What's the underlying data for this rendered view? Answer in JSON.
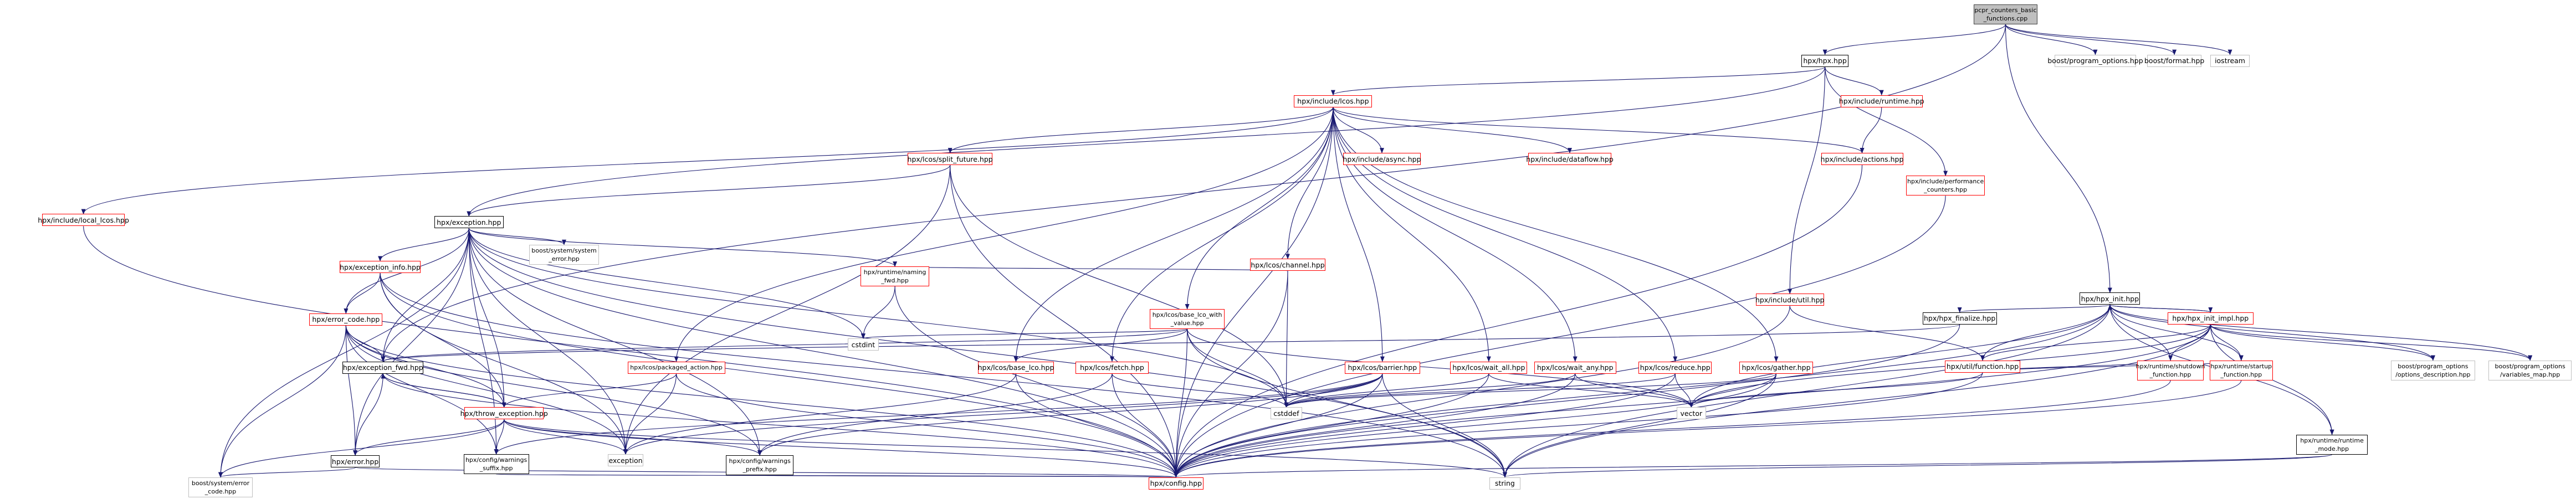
{
  "graph": {
    "nodes": [
      {
        "id": "root",
        "label": "pcpr_counters_basic\n_functions.cpp",
        "kind": "root"
      },
      {
        "id": "hpx",
        "label": "hpx/hpx.hpp",
        "kind": "normal"
      },
      {
        "id": "po",
        "label": "boost/program_options.hpp",
        "kind": "gray"
      },
      {
        "id": "fmt",
        "label": "boost/format.hpp",
        "kind": "gray"
      },
      {
        "id": "iostream",
        "label": "iostream",
        "kind": "gray"
      },
      {
        "id": "lcos",
        "label": "hpx/include/lcos.hpp",
        "kind": "red"
      },
      {
        "id": "runtime",
        "label": "hpx/include/runtime.hpp",
        "kind": "red"
      },
      {
        "id": "perf",
        "label": "hpx/include/performance\n_counters.hpp",
        "kind": "red"
      },
      {
        "id": "util",
        "label": "hpx/include/util.hpp",
        "kind": "red"
      },
      {
        "id": "hpx_init",
        "label": "hpx/hpx_init.hpp",
        "kind": "normal"
      },
      {
        "id": "local_lcos",
        "label": "hpx/include/local_lcos.hpp",
        "kind": "red"
      },
      {
        "id": "split",
        "label": "hpx/lcos/split_future.hpp",
        "kind": "red"
      },
      {
        "id": "async",
        "label": "hpx/include/async.hpp",
        "kind": "red"
      },
      {
        "id": "dataflow",
        "label": "hpx/include/dataflow.hpp",
        "kind": "red"
      },
      {
        "id": "actions",
        "label": "hpx/include/actions.hpp",
        "kind": "red"
      },
      {
        "id": "exception",
        "label": "hpx/exception.hpp",
        "kind": "normal"
      },
      {
        "id": "sys_error",
        "label": "boost/system/system\n_error.hpp",
        "kind": "gray"
      },
      {
        "id": "channel",
        "label": "hpx/lcos/channel.hpp",
        "kind": "red"
      },
      {
        "id": "exc_info",
        "label": "hpx/exception_info.hpp",
        "kind": "red"
      },
      {
        "id": "warning",
        "label": "hpx/runtime/naming\n_fwd.hpp",
        "kind": "red"
      },
      {
        "id": "base_lco_wv",
        "label": "hpx/lcos/base_lco_with\n_value.hpp",
        "kind": "red"
      },
      {
        "id": "error_code",
        "label": "hpx/error_code.hpp",
        "kind": "red"
      },
      {
        "id": "cstdint",
        "label": "cstdint",
        "kind": "gray"
      },
      {
        "id": "exc_fwd",
        "label": "hpx/exception_fwd.hpp",
        "kind": "normal"
      },
      {
        "id": "packaged",
        "label": "hpx/lcos/packaged_action.hpp",
        "kind": "red"
      },
      {
        "id": "base_lco",
        "label": "hpx/lcos/base_lco.hpp",
        "kind": "red"
      },
      {
        "id": "fetch",
        "label": "hpx/lcos/fetch.hpp",
        "kind": "red"
      },
      {
        "id": "barrier",
        "label": "hpx/lcos/barrier.hpp",
        "kind": "red"
      },
      {
        "id": "wait_all",
        "label": "hpx/lcos/wait_all.hpp",
        "kind": "red"
      },
      {
        "id": "wait_any",
        "label": "hpx/lcos/wait_any.hpp",
        "kind": "red"
      },
      {
        "id": "reduce",
        "label": "hpx/lcos/reduce.hpp",
        "kind": "red"
      },
      {
        "id": "gather",
        "label": "hpx/lcos/gather.hpp",
        "kind": "red"
      },
      {
        "id": "throw_exc",
        "label": "hpx/throw_exception.hpp",
        "kind": "red"
      },
      {
        "id": "cstddef",
        "label": "cstddef",
        "kind": "gray"
      },
      {
        "id": "vector",
        "label": "vector",
        "kind": "gray"
      },
      {
        "id": "error",
        "label": "hpx/error.hpp",
        "kind": "normal"
      },
      {
        "id": "suffix",
        "label": "hpx/config/warnings\n_suffix.hpp",
        "kind": "normal"
      },
      {
        "id": "exception_std",
        "label": "exception",
        "kind": "gray"
      },
      {
        "id": "prefix",
        "label": "hpx/config/warnings\n_prefix.hpp",
        "kind": "normal"
      },
      {
        "id": "sys_err_code",
        "label": "boost/system/error\n_code.hpp",
        "kind": "gray"
      },
      {
        "id": "config",
        "label": "hpx/config.hpp",
        "kind": "red"
      },
      {
        "id": "string",
        "label": "string",
        "kind": "gray"
      },
      {
        "id": "finalize",
        "label": "hpx/hpx_finalize.hpp",
        "kind": "normal"
      },
      {
        "id": "hpx_init_impl",
        "label": "hpx/hpx_init_impl.hpp",
        "kind": "red"
      },
      {
        "id": "function",
        "label": "hpx/util/function.hpp",
        "kind": "red"
      },
      {
        "id": "shutdown",
        "label": "hpx/runtime/shutdown\n_function.hpp",
        "kind": "red"
      },
      {
        "id": "startup",
        "label": "hpx/runtime/startup\n_function.hpp",
        "kind": "red"
      },
      {
        "id": "opt_desc",
        "label": "boost/program_options\n/options_description.hpp",
        "kind": "gray"
      },
      {
        "id": "var_map",
        "label": "boost/program_options\n/variables_map.hpp",
        "kind": "gray"
      },
      {
        "id": "runtime_mode",
        "label": "hpx/runtime/runtime\n_mode.hpp",
        "kind": "normal"
      }
    ],
    "edges": [
      [
        "root",
        "hpx"
      ],
      [
        "root",
        "po"
      ],
      [
        "root",
        "fmt"
      ],
      [
        "root",
        "iostream"
      ],
      [
        "root",
        "hpx_init"
      ],
      [
        "root",
        "exc_fwd"
      ],
      [
        "hpx",
        "lcos"
      ],
      [
        "hpx",
        "runtime"
      ],
      [
        "hpx",
        "perf"
      ],
      [
        "hpx",
        "util"
      ],
      [
        "hpx",
        "exception"
      ],
      [
        "runtime",
        "actions"
      ],
      [
        "perf",
        "config"
      ],
      [
        "util",
        "function"
      ],
      [
        "util",
        "config"
      ],
      [
        "lcos",
        "local_lcos"
      ],
      [
        "lcos",
        "split"
      ],
      [
        "lcos",
        "async"
      ],
      [
        "lcos",
        "dataflow"
      ],
      [
        "lcos",
        "actions"
      ],
      [
        "lcos",
        "channel"
      ],
      [
        "lcos",
        "base_lco_wv"
      ],
      [
        "lcos",
        "packaged"
      ],
      [
        "lcos",
        "base_lco"
      ],
      [
        "lcos",
        "fetch"
      ],
      [
        "lcos",
        "barrier"
      ],
      [
        "lcos",
        "wait_all"
      ],
      [
        "lcos",
        "wait_any"
      ],
      [
        "lcos",
        "reduce"
      ],
      [
        "lcos",
        "gather"
      ],
      [
        "lcos",
        "config"
      ],
      [
        "local_lcos",
        "config"
      ],
      [
        "actions",
        "config"
      ],
      [
        "split",
        "exception"
      ],
      [
        "split",
        "config"
      ],
      [
        "split",
        "cstddef"
      ],
      [
        "split",
        "exception_std"
      ],
      [
        "exception",
        "sys_error"
      ],
      [
        "exception",
        "exc_info"
      ],
      [
        "exception",
        "error_code"
      ],
      [
        "exception",
        "exc_fwd"
      ],
      [
        "exception",
        "warning"
      ],
      [
        "exception",
        "cstdint"
      ],
      [
        "exception",
        "cstddef"
      ],
      [
        "exception",
        "throw_exc"
      ],
      [
        "exception",
        "error"
      ],
      [
        "exception",
        "suffix"
      ],
      [
        "exception",
        "exception_std"
      ],
      [
        "exception",
        "prefix"
      ],
      [
        "exception",
        "config"
      ],
      [
        "exception",
        "string"
      ],
      [
        "exception",
        "sys_err_code"
      ],
      [
        "exc_info",
        "error_code"
      ],
      [
        "exc_info",
        "throw_exc"
      ],
      [
        "exc_info",
        "exception_std"
      ],
      [
        "exc_info",
        "config"
      ],
      [
        "exc_info",
        "string"
      ],
      [
        "error_code",
        "exc_fwd"
      ],
      [
        "error_code",
        "throw_exc"
      ],
      [
        "error_code",
        "error"
      ],
      [
        "error_code",
        "suffix"
      ],
      [
        "error_code",
        "exception_std"
      ],
      [
        "error_code",
        "prefix"
      ],
      [
        "error_code",
        "config"
      ],
      [
        "error_code",
        "sys_err_code"
      ],
      [
        "exc_fwd",
        "throw_exc"
      ],
      [
        "exc_fwd",
        "error"
      ],
      [
        "exc_fwd",
        "config"
      ],
      [
        "throw_exc",
        "exc_fwd"
      ],
      [
        "throw_exc",
        "error"
      ],
      [
        "throw_exc",
        "suffix"
      ],
      [
        "throw_exc",
        "exception_std"
      ],
      [
        "throw_exc",
        "prefix"
      ],
      [
        "throw_exc",
        "config"
      ],
      [
        "throw_exc",
        "string"
      ],
      [
        "throw_exc",
        "sys_err_code"
      ],
      [
        "error",
        "config"
      ],
      [
        "error",
        "sys_err_code"
      ],
      [
        "suffix",
        "config"
      ],
      [
        "prefix",
        "config"
      ],
      [
        "warning",
        "cstdint"
      ],
      [
        "warning",
        "config"
      ],
      [
        "channel",
        "warning"
      ],
      [
        "channel",
        "cstddef"
      ],
      [
        "channel",
        "config"
      ],
      [
        "base_lco_wv",
        "cstdint"
      ],
      [
        "base_lco_wv",
        "base_lco"
      ],
      [
        "base_lco_wv",
        "cstddef"
      ],
      [
        "base_lco_wv",
        "config"
      ],
      [
        "base_lco_wv",
        "string"
      ],
      [
        "base_lco_wv",
        "vector"
      ],
      [
        "base_lco_wv",
        "exc_fwd"
      ],
      [
        "packaged",
        "throw_exc"
      ],
      [
        "packaged",
        "exception_std"
      ],
      [
        "packaged",
        "config"
      ],
      [
        "base_lco",
        "exception_std"
      ],
      [
        "base_lco",
        "config"
      ],
      [
        "fetch",
        "cstddef"
      ],
      [
        "fetch",
        "config"
      ],
      [
        "fetch",
        "prefix"
      ],
      [
        "barrier",
        "cstddef"
      ],
      [
        "barrier",
        "config"
      ],
      [
        "barrier",
        "string"
      ],
      [
        "barrier",
        "exception_std"
      ],
      [
        "barrier",
        "suffix"
      ],
      [
        "barrier",
        "prefix"
      ],
      [
        "wait_all",
        "cstddef"
      ],
      [
        "wait_all",
        "config"
      ],
      [
        "wait_all",
        "vector"
      ],
      [
        "wait_any",
        "cstddef"
      ],
      [
        "wait_any",
        "config"
      ],
      [
        "wait_any",
        "vector"
      ],
      [
        "reduce",
        "cstddef"
      ],
      [
        "reduce",
        "config"
      ],
      [
        "reduce",
        "vector"
      ],
      [
        "gather",
        "cstddef"
      ],
      [
        "gather",
        "config"
      ],
      [
        "gather",
        "string"
      ],
      [
        "gather",
        "vector"
      ],
      [
        "hpx_init",
        "finalize"
      ],
      [
        "hpx_init",
        "hpx_init_impl"
      ],
      [
        "hpx_init",
        "function"
      ],
      [
        "hpx_init",
        "shutdown"
      ],
      [
        "hpx_init",
        "startup"
      ],
      [
        "hpx_init",
        "opt_desc"
      ],
      [
        "hpx_init",
        "var_map"
      ],
      [
        "hpx_init",
        "runtime_mode"
      ],
      [
        "hpx_init",
        "config"
      ],
      [
        "hpx_init",
        "string"
      ],
      [
        "hpx_init",
        "vector"
      ],
      [
        "hpx_init_impl",
        "hpx_init"
      ],
      [
        "hpx_init_impl",
        "function"
      ],
      [
        "hpx_init_impl",
        "shutdown"
      ],
      [
        "hpx_init_impl",
        "startup"
      ],
      [
        "hpx_init_impl",
        "opt_desc"
      ],
      [
        "hpx_init_impl",
        "var_map"
      ],
      [
        "hpx_init_impl",
        "runtime_mode"
      ],
      [
        "hpx_init_impl",
        "config"
      ],
      [
        "hpx_init_impl",
        "string"
      ],
      [
        "hpx_init_impl",
        "vector"
      ],
      [
        "finalize",
        "exc_fwd"
      ],
      [
        "finalize",
        "config"
      ],
      [
        "function",
        "config"
      ],
      [
        "function",
        "vector"
      ],
      [
        "shutdown",
        "function"
      ],
      [
        "shutdown",
        "config"
      ],
      [
        "startup",
        "function"
      ],
      [
        "startup",
        "config"
      ],
      [
        "runtime_mode",
        "config"
      ],
      [
        "runtime_mode",
        "string"
      ]
    ]
  },
  "colors": {
    "edge": "#191970",
    "red_border": "#ff0000",
    "gray_border": "#bfbfbf",
    "root_fill": "#bfbfbf"
  }
}
